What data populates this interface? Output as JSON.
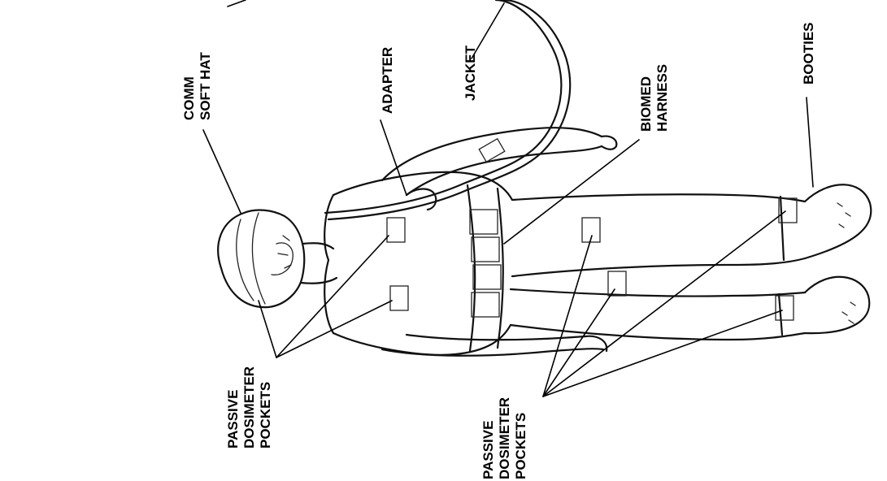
{
  "labels": {
    "comm_soft_hat": [
      "COMM",
      "SOFT HAT"
    ],
    "adapter": [
      "ADAPTER"
    ],
    "jacket": [
      "JACKET"
    ],
    "biomed_harness": [
      "BIOMED",
      "HARNESS"
    ],
    "booties": [
      "BOOTIES"
    ],
    "passive_dosimeter_upper": [
      "PASSIVE",
      "DOSIMETER",
      "POCKETS"
    ],
    "passive_dosimeter_lower": [
      "PASSIVE",
      "DOSIMETER",
      "POCKETS"
    ]
  }
}
